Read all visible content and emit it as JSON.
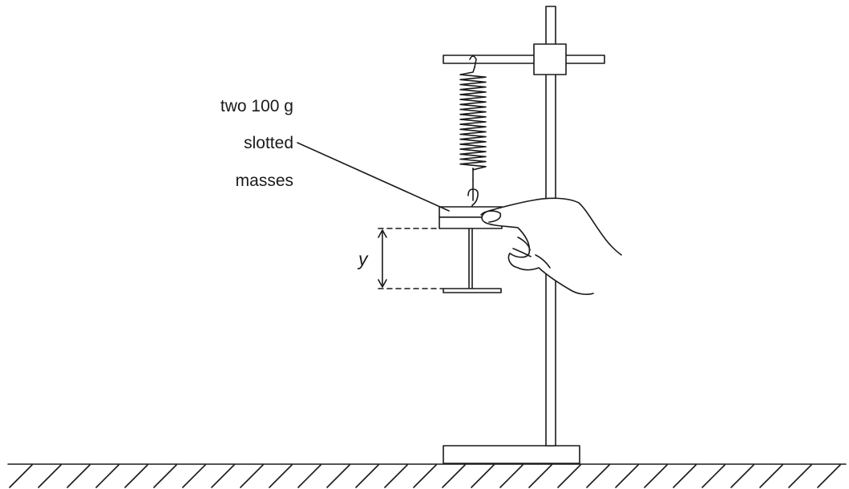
{
  "labels": {
    "masses_line1": "two 100 g",
    "masses_line2": "slotted",
    "masses_line3": "masses",
    "extension_variable": "y"
  },
  "colors": {
    "ink": "#1a1a1a",
    "background": "#ffffff"
  }
}
